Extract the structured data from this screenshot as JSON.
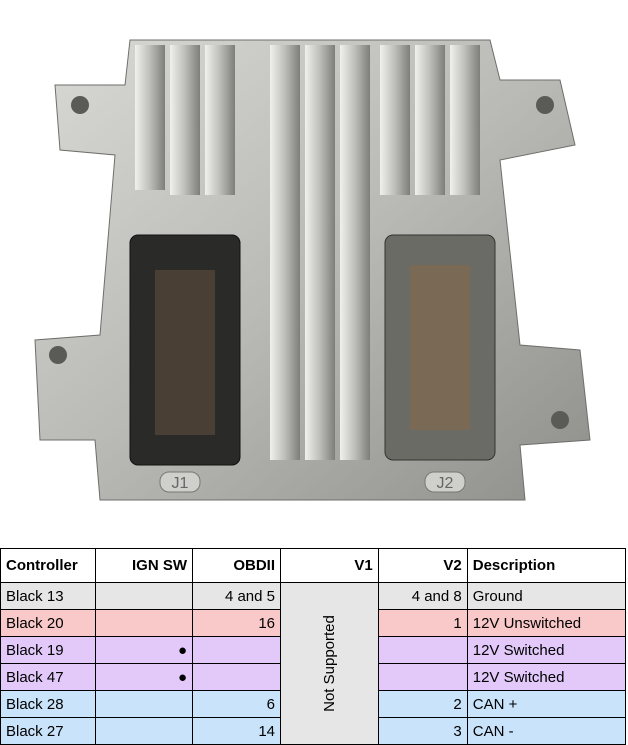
{
  "photo": {
    "connector_left": "J1",
    "connector_right": "J2"
  },
  "table": {
    "headers": [
      "Controller",
      "IGN SW",
      "OBDII",
      "V1",
      "V2",
      "Description"
    ],
    "v1_merged": "Not Supported",
    "rows": [
      {
        "controller": "Black 13",
        "ign": "",
        "obdii": "4 and 5",
        "v2": "4 and 8",
        "description": "Ground",
        "color": "#e6e6e6"
      },
      {
        "controller": "Black 20",
        "ign": "",
        "obdii": "16",
        "v2": "1",
        "description": "12V Unswitched",
        "color": "#f9c9c9"
      },
      {
        "controller": "Black 19",
        "ign": "●",
        "obdii": "",
        "v2": "",
        "description": "12V Switched",
        "color": "#e2c9fa"
      },
      {
        "controller": "Black 47",
        "ign": "●",
        "obdii": "",
        "v2": "",
        "description": "12V Switched",
        "color": "#e2c9fa"
      },
      {
        "controller": "Black 28",
        "ign": "",
        "obdii": "6",
        "v2": "2",
        "description": "CAN +",
        "color": "#c9e3fa"
      },
      {
        "controller": "Black 27",
        "ign": "",
        "obdii": "14",
        "v2": "3",
        "description": "CAN -",
        "color": "#c9e3fa"
      }
    ]
  }
}
